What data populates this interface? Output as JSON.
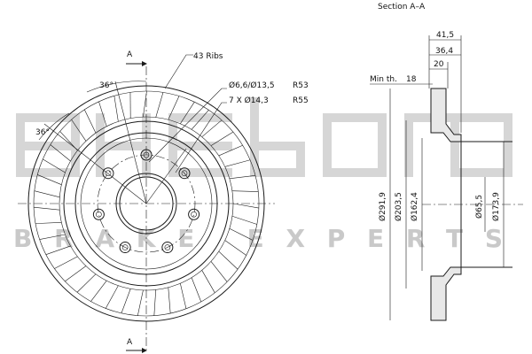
{
  "watermark": {
    "brand": "akebono",
    "tagline": "BRAKE EXPERTS",
    "color": "#c9c9c9"
  },
  "front_view": {
    "section_marker": "A",
    "angle_top": "36°",
    "angle_left": "36°",
    "ribs_label": "43 Ribs",
    "hole_label": "Ø6,6/Ø13,5",
    "hole_radius_label": "R53",
    "bolt_label": "7 X Ø14,3",
    "bolt_radius_label": "R55"
  },
  "section_view": {
    "title": "Section A–A",
    "min_thickness_label": "Min th.",
    "min_thickness_value": "18",
    "dimensions": {
      "total_height": "41,5",
      "hat_height": "36,4",
      "thickness": "20",
      "outer_diameter": "Ø291,9",
      "d2": "Ø203,5",
      "d3": "Ø162,4",
      "center_bore": "Ø65,5",
      "hat_diameter": "Ø173,9"
    }
  }
}
